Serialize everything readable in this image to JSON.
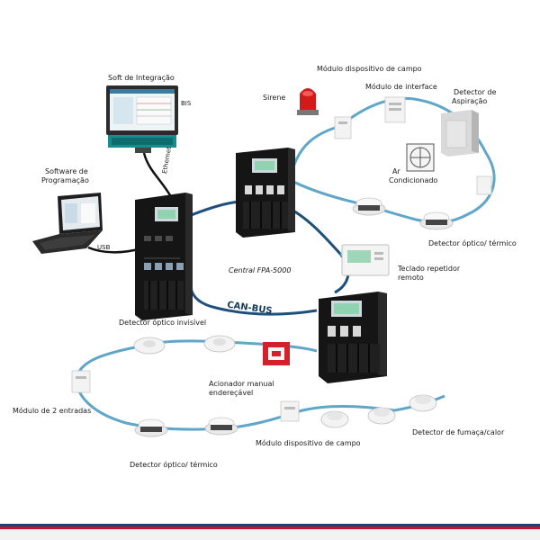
{
  "labels": {
    "soft_integracao": "Soft de Integração",
    "bis": "BIS",
    "ethernet": "Ethernet",
    "software_programacao_l1": "Software de",
    "software_programacao_l2": "Programação",
    "usb": "USB",
    "sirene": "Sirene",
    "modulo_dispositivo_top": "Módulo dispositivo de campo",
    "modulo_interface": "Módulo de interface",
    "detector_aspiracao_l1": "Detector de",
    "detector_aspiracao_l2": "Aspiração",
    "ar_condicionado_l1": "Ar",
    "ar_condicionado_l2": "Condicionado",
    "detector_optico_termico_right": "Detector óptico/ térmico",
    "central": "Central FPA-5000",
    "teclado_l1": "Teclado repetidor",
    "teclado_l2": "remoto",
    "canbus": "CAN-BUS",
    "detector_invisivel": "Detector óptico invisível",
    "acionador_l1": "Acionador manual",
    "acionador_l2": "endereçável",
    "modulo_2_entradas": "Módulo de 2 entradas",
    "detector_fumaca": "Detector de fumaça/calor",
    "modulo_dispositivo_bottom": "Módulo dispositivo de campo",
    "detector_optico_termico_bottom": "Detector óptico/ térmico"
  },
  "colors": {
    "loop": "#5fa6c9",
    "canbus": "#1f4f7a",
    "panel": "#1c1c1c",
    "siren": "#d21a1a",
    "call_point": "#d3202a",
    "frame_blue": "#1d3f7a",
    "frame_red": "#c8102e"
  }
}
